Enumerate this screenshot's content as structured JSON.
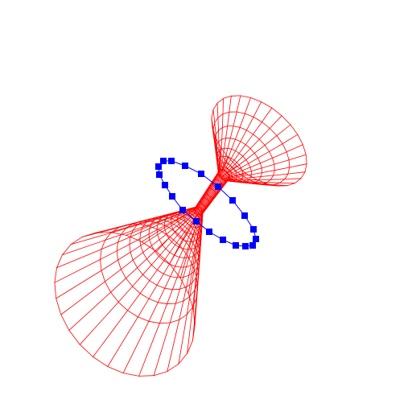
{
  "scene": {
    "background": "#ffffff",
    "surface": {
      "type": "wireframe-surface-of-revolution",
      "color": "#ff0000",
      "mesh_lines": "radial-and-ring"
    },
    "control_curve": {
      "type": "figure-eight-polyline",
      "line_color": "#0000ff",
      "point_color": "#0000ff",
      "point_shape": "square"
    }
  }
}
